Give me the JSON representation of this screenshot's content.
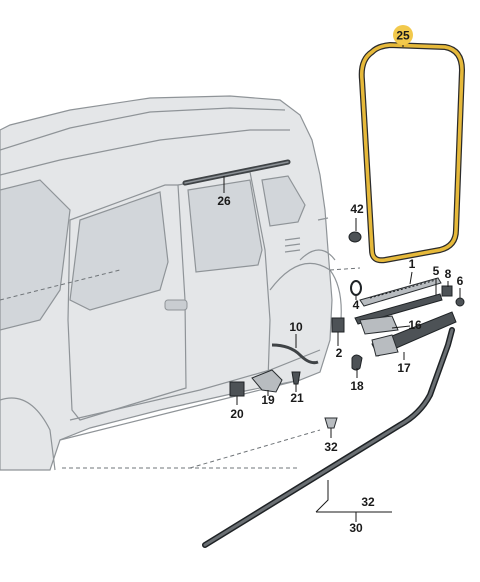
{
  "callouts": {
    "c25": "25",
    "c26": "26",
    "c42": "42",
    "c1": "1",
    "c5": "5",
    "c8": "8",
    "c6": "6",
    "c4": "4",
    "c16": "16",
    "c10": "10",
    "c2": "2",
    "c17": "17",
    "c18": "18",
    "c19": "19",
    "c21": "21",
    "c20": "20",
    "c32a": "32",
    "c32b": "32",
    "c30": "30"
  },
  "colors": {
    "highlight_badge": "#f2c94c",
    "seal": "#e6b93a",
    "parts": "#4d5256",
    "body": "#e4e6e8"
  }
}
